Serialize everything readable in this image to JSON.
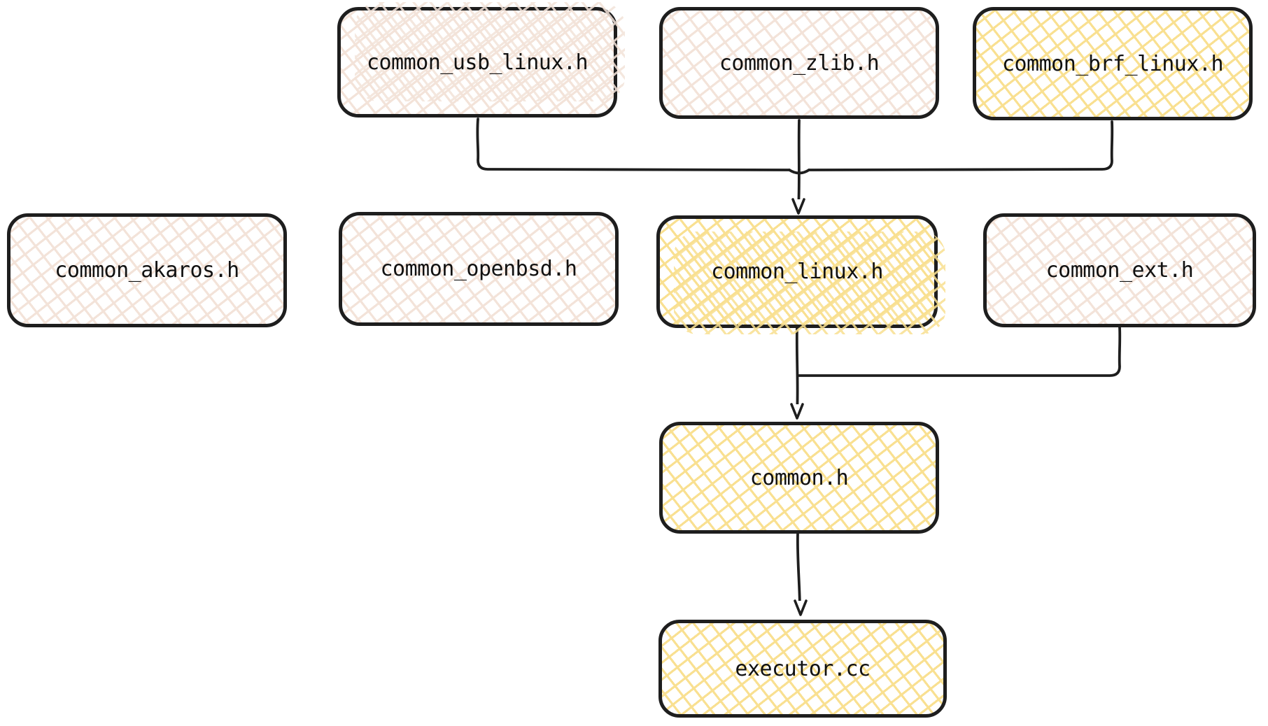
{
  "diagram": {
    "type": "dependency-graph",
    "nodes": [
      {
        "id": "common_usb_linux.h",
        "label": "common_usb_linux.h",
        "highlight": false
      },
      {
        "id": "common_zlib.h",
        "label": "common_zlib.h",
        "highlight": false
      },
      {
        "id": "common_brf_linux.h",
        "label": "common_brf_linux.h",
        "highlight": true
      },
      {
        "id": "common_akaros.h",
        "label": "common_akaros.h",
        "highlight": false
      },
      {
        "id": "common_openbsd.h",
        "label": "common_openbsd.h",
        "highlight": false
      },
      {
        "id": "common_linux.h",
        "label": "common_linux.h",
        "highlight": true
      },
      {
        "id": "common_ext.h",
        "label": "common_ext.h",
        "highlight": false
      },
      {
        "id": "common.h",
        "label": "common.h",
        "highlight": true
      },
      {
        "id": "executor.cc",
        "label": "executor.cc",
        "highlight": true
      }
    ],
    "edges": [
      {
        "from": "common_usb_linux.h",
        "to": "common_linux.h"
      },
      {
        "from": "common_zlib.h",
        "to": "common_linux.h"
      },
      {
        "from": "common_brf_linux.h",
        "to": "common_linux.h"
      },
      {
        "from": "common_linux.h",
        "to": "common.h"
      },
      {
        "from": "common_ext.h",
        "to": "common.h"
      },
      {
        "from": "common.h",
        "to": "executor.cc"
      }
    ],
    "colors": {
      "stroke": "#1e1e1e",
      "text": "#111111",
      "background": "#ffffff",
      "hatch_neutral": "#f3e3d9",
      "hatch_highlight": "#f9e091"
    }
  }
}
